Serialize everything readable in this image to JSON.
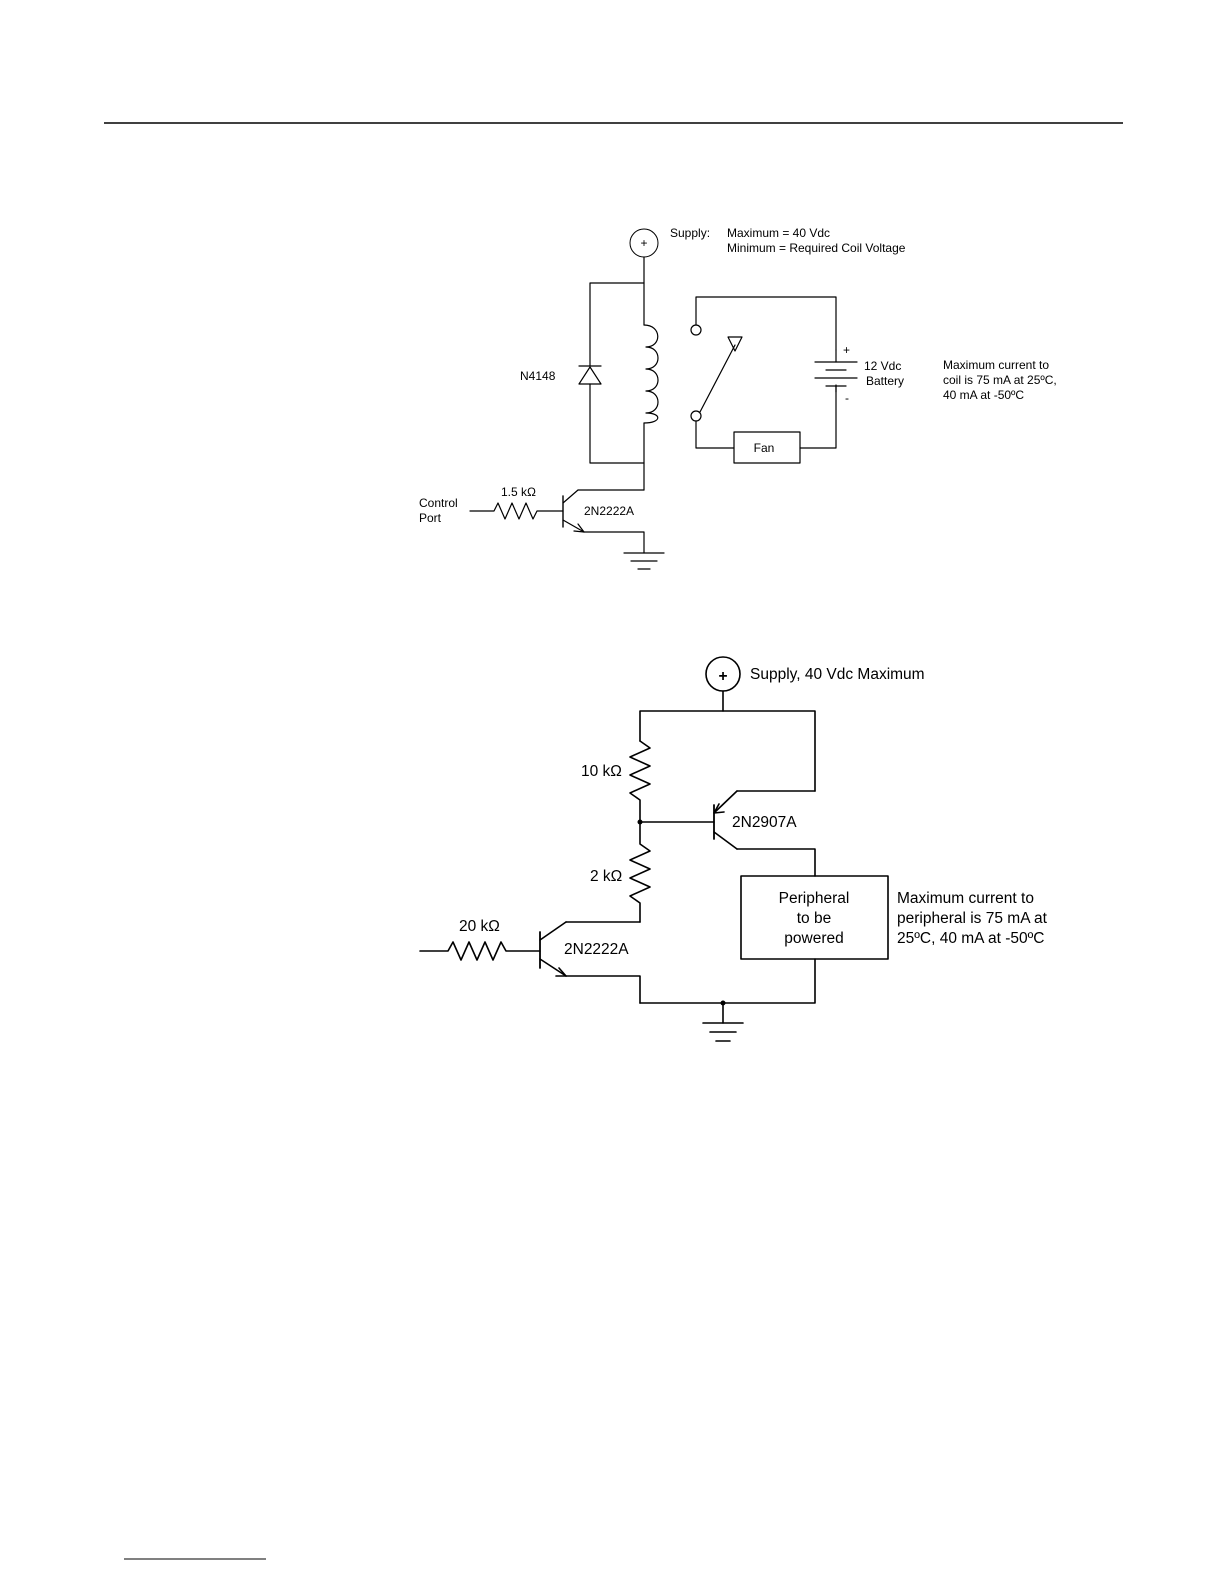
{
  "relay_diagram": {
    "supply_label": "Supply:",
    "supply_max": "Maximum = 40 Vdc",
    "supply_min": "Minimum = Required Coil Voltage",
    "supply_symbol": "+",
    "diode_label": "N4148",
    "battery_plus": "+",
    "battery_minus": "-",
    "battery_voltage": "12 Vdc",
    "battery_label": "Battery",
    "note_lines": [
      "Maximum current to",
      "coil is 75 mA at 25ºC,",
      "40 mA at -50ºC"
    ],
    "fan_label": "Fan",
    "resistor_label": "1.5 kΩ",
    "control_lines": [
      "Control",
      "Port"
    ],
    "transistor_label": "2N2222A"
  },
  "pnp_diagram": {
    "supply_symbol": "+",
    "supply_label": "Supply, 40 Vdc  Maximum",
    "r1_label": "10 kΩ",
    "r2_label": "2 kΩ",
    "r3_label": "20 kΩ",
    "pnp_label": "2N2907A",
    "npn_label": "2N2222A",
    "peripheral_lines": [
      "Peripheral",
      "to be",
      "powered"
    ],
    "note_lines": [
      "Maximum current to",
      "peripheral is 75 mA at",
      "25ºC, 40 mA at -50ºC"
    ]
  }
}
